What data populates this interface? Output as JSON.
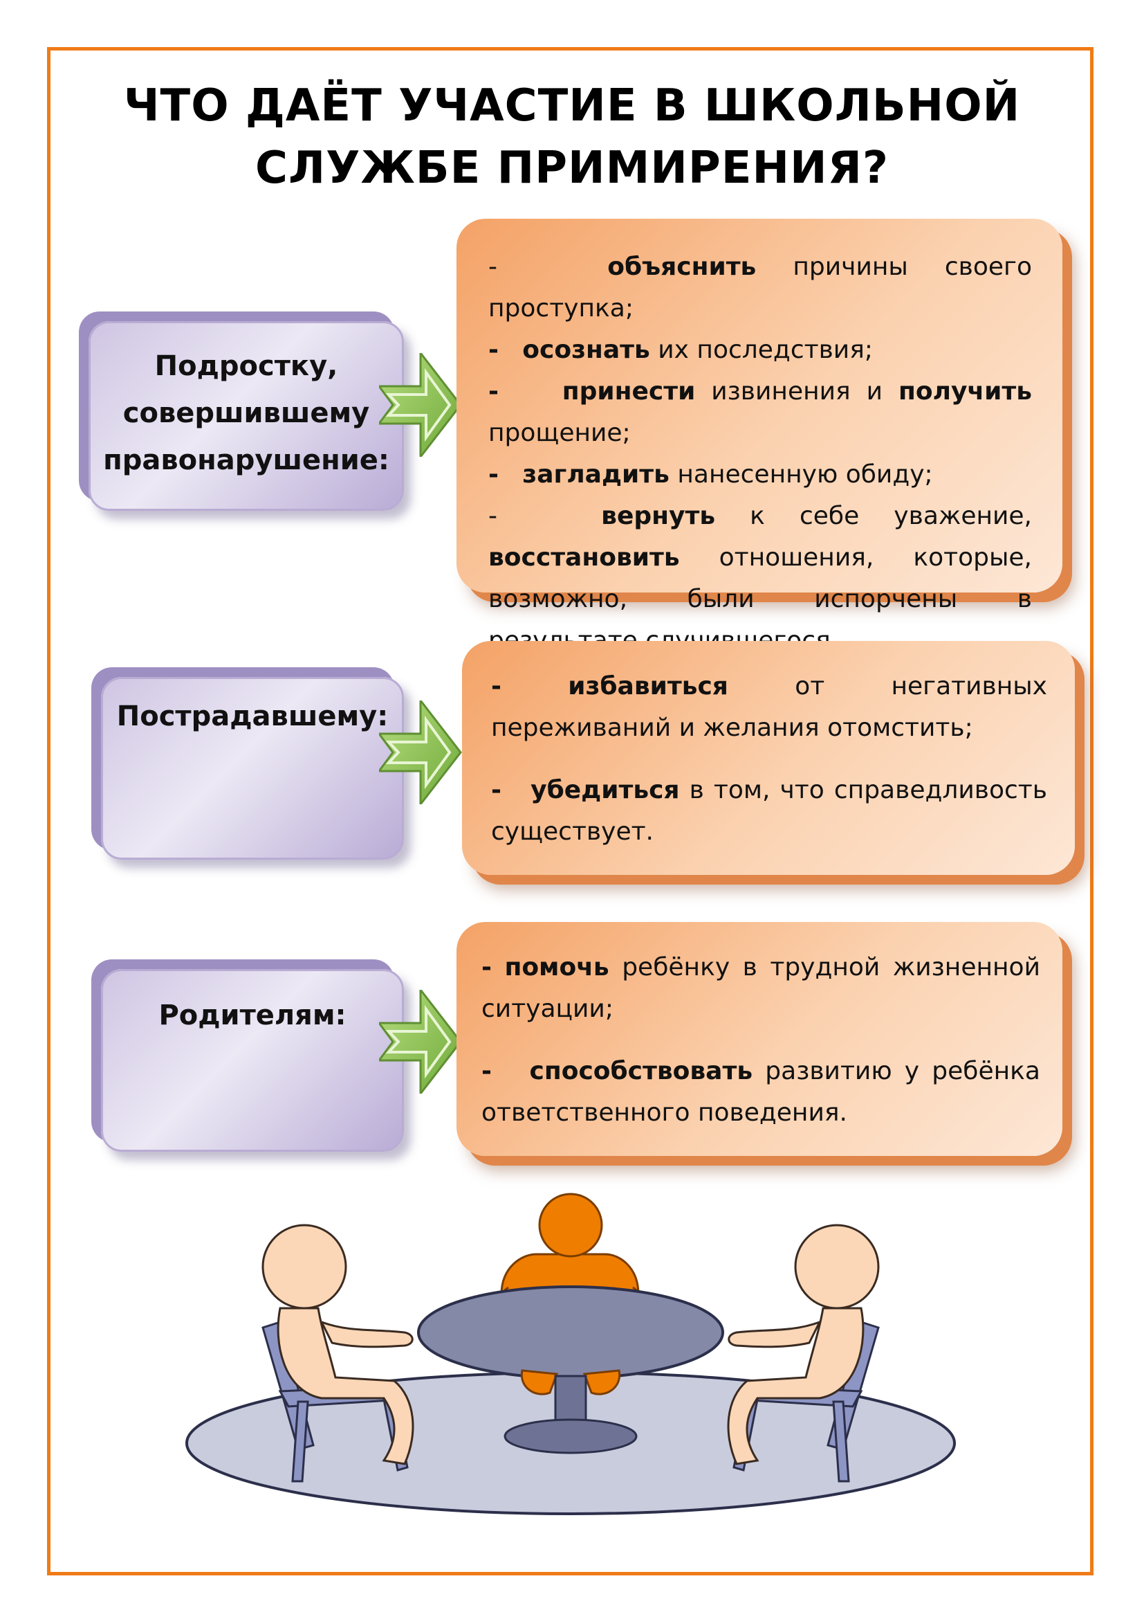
{
  "title_lines": [
    "ЧТО ДАЁТ УЧАСТИЕ В ШКОЛЬНОЙ",
    "СЛУЖБЕ  ПРИМИРЕНИЯ?"
  ],
  "sections": [
    {
      "label_lines": [
        "Подростку,",
        "совершившему",
        "правонарушение:"
      ],
      "items": [
        {
          "dash": "-",
          "bold": "объяснить",
          "rest": " причины своего проступка;"
        },
        {
          "dash": "-",
          "bold": "осознать",
          "rest": " их последствия;"
        },
        {
          "dash": "-",
          "bold": "принести",
          "rest": " извинения и ",
          "bold2": "получить",
          "rest2": " прощение;"
        },
        {
          "dash": "-",
          "bold": "загладить",
          "rest": " нанесенную обиду;"
        },
        {
          "dash": "-",
          "bold": "вернуть",
          "rest": " к себе уважение, ",
          "bold2": "восстановить",
          "rest2": " отношения, которые, возможно, были испорчены в результате случившегося."
        }
      ]
    },
    {
      "label_lines": [
        "Пострадавшему:"
      ],
      "items": [
        {
          "dash": "-",
          "bold": "избавиться",
          "rest": " от негативных переживаний и желания отомстить;"
        },
        {
          "dash": "-",
          "bold": "убедиться",
          "rest": " в том, что справедливость существует."
        }
      ]
    },
    {
      "label_lines": [
        "Родителям:"
      ],
      "items": [
        {
          "dash": "-",
          "bold": "помочь",
          "rest": " ребёнку в трудной жизненной ситуации;"
        },
        {
          "dash": "-",
          "bold": "способствовать",
          "rest": " развитию у ребёнка ответственного поведения."
        }
      ]
    }
  ],
  "colors": {
    "frame": "#f07b16",
    "label_box": "#cfc5e3",
    "content_box": "#f8b888",
    "arrow": "#8cc04a",
    "figure_orange": "#ef7d00",
    "figure_peach": "#fbd7b7",
    "table": "#8489a8",
    "floor": "#c9ccdd"
  },
  "icons": {
    "arrow": "right-arrow-icon",
    "illustration": "mediation-table-illustration"
  }
}
